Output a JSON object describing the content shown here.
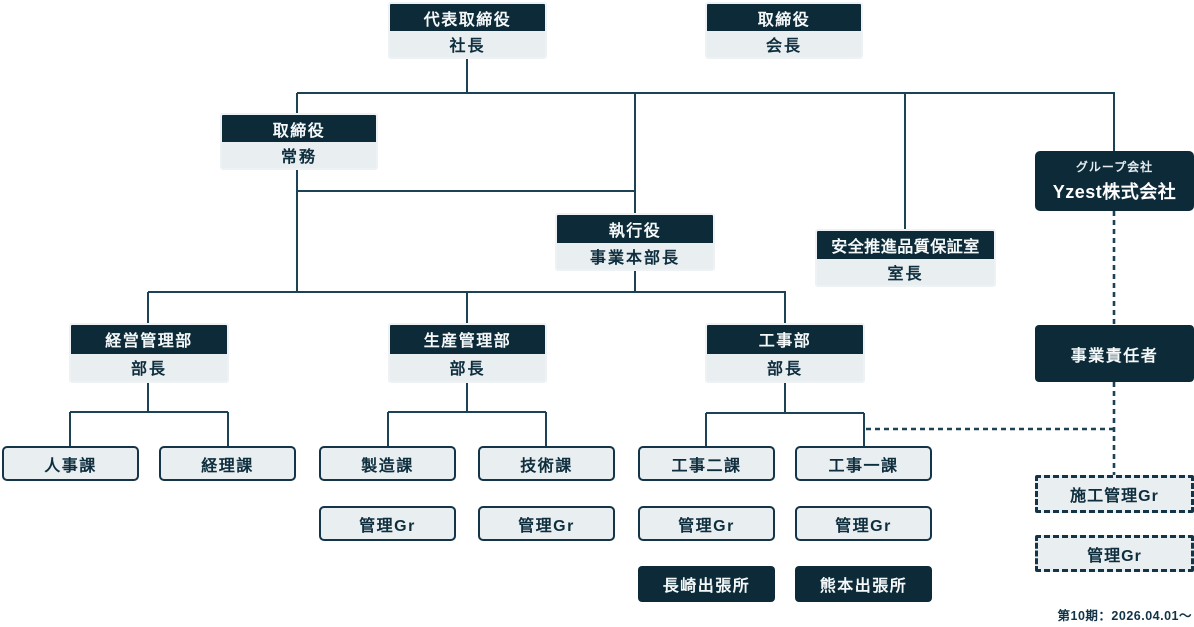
{
  "nodes": {
    "president": {
      "title": "代表取締役",
      "post": "社長"
    },
    "chairman": {
      "title": "取締役",
      "post": "会長"
    },
    "senior_md": {
      "title": "取締役",
      "post": "常務"
    },
    "executive_officer": {
      "title": "執行役",
      "post": "事業本部長"
    },
    "safety_quality_office": {
      "title": "安全推進品質保証室",
      "post": "室長"
    },
    "group_company": {
      "label": "グループ会社",
      "company": "Yzest株式会社"
    },
    "business_owner": {
      "label": "事業責任者"
    },
    "management_dept": {
      "title": "経営管理部",
      "post": "部長"
    },
    "production_dept": {
      "title": "生産管理部",
      "post": "部長"
    },
    "construction_dept": {
      "title": "工事部",
      "post": "部長"
    },
    "hr_section": {
      "label": "人事課"
    },
    "accounting_section": {
      "label": "経理課"
    },
    "manufacturing_section": {
      "label": "製造課"
    },
    "engineering_section": {
      "label": "技術課"
    },
    "construction_section_2": {
      "label": "工事二課"
    },
    "construction_section_1": {
      "label": "工事一課"
    },
    "mgmt_gr_manufacturing": {
      "label": "管理Gr"
    },
    "mgmt_gr_engineering": {
      "label": "管理Gr"
    },
    "mgmt_gr_construction2": {
      "label": "管理Gr"
    },
    "mgmt_gr_construction1": {
      "label": "管理Gr"
    },
    "nagasaki_branch": {
      "label": "長崎出張所"
    },
    "kumamoto_branch": {
      "label": "熊本出張所"
    },
    "construction_mgmt_gr": {
      "label": "施工管理Gr"
    },
    "mgmt_gr_group": {
      "label": "管理Gr"
    }
  },
  "footer": {
    "term": "第10期：2026.04.01～"
  },
  "colors": {
    "dark_box": "#0d2a38",
    "light_box": "#e9eef0",
    "line": "#1c4255",
    "box_border": "#143448",
    "text_on_light": "#0e2e3e",
    "text_on_dark": "#f4f8f9"
  }
}
